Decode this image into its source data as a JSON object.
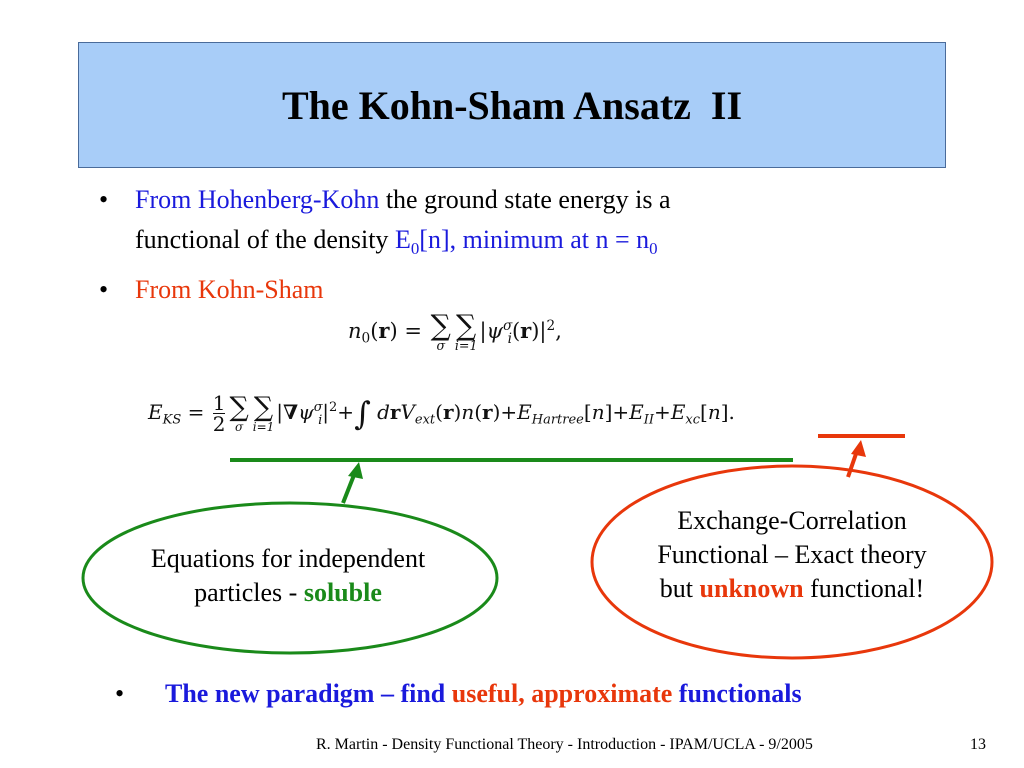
{
  "slide": {
    "title": "The Kohn-Sham Ansatz  II",
    "bullet_char": "•",
    "bullet1": {
      "part1": "From Hohenberg-Kohn",
      "part2": " the ground state energy is a",
      "part3": "functional of the density ",
      "part4_E": "E",
      "part4_sub": "0",
      "part4_rest": "[n], minimum at n = n",
      "part4_sub2": "0"
    },
    "bullet2": "From Kohn-Sham",
    "oval_left": {
      "line1": "Equations for independent",
      "line2_a": "particles  -  ",
      "line2_b": "soluble"
    },
    "oval_right": {
      "line1": "Exchange-Correlation",
      "line2": "Functional – Exact theory",
      "line3_a": "but ",
      "line3_b": "unknown",
      "line3_c": " functional!"
    },
    "bottom_bullet": {
      "part1": "The new paradigm – find ",
      "part2": "useful, approximate",
      "part3": " functionals"
    },
    "footer": {
      "citation": "R. Martin - Density Functional Theory - Introduction - IPAM/UCLA - 9/2005",
      "page": "13"
    },
    "colors": {
      "title_bg": "#a8cdf8",
      "blue": "#1a1adc",
      "red": "#e8370b",
      "green": "#1a8a1a"
    }
  }
}
